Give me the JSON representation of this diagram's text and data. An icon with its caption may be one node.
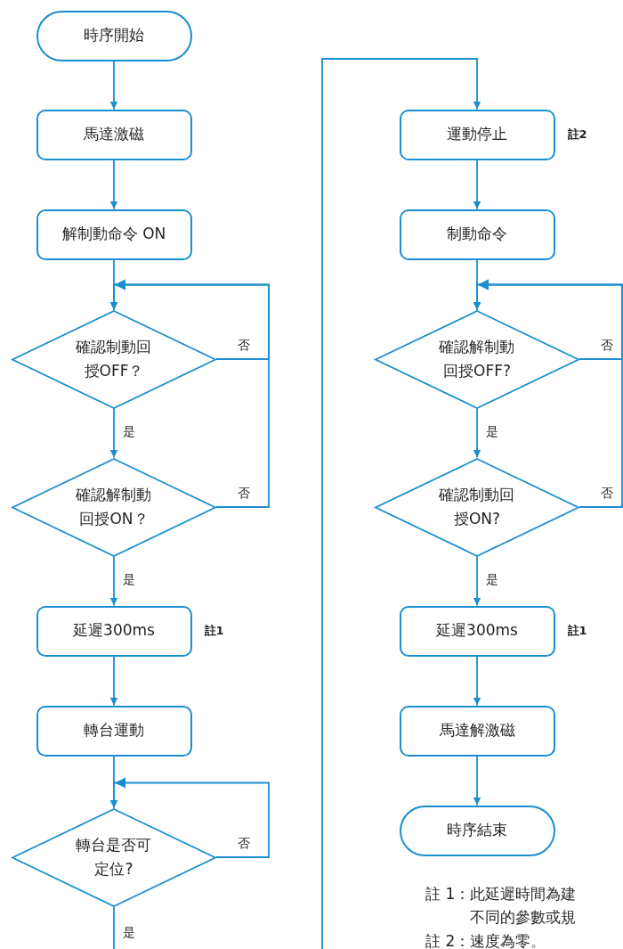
{
  "diagram": {
    "nodes": [
      {
        "text": [
          "時序開始"
        ]
      },
      {
        "text": [
          "馬達激磁"
        ]
      },
      {
        "text": [
          "解制動命令 ON"
        ]
      },
      {
        "text": [
          "確認制動回授OFF？"
        ]
      },
      {
        "text": [
          "確認解制動回授ON？"
        ]
      },
      {
        "text": [
          "延遲300ms"
        ],
        "beside": [
          "註1"
        ]
      },
      {
        "text": [
          "轉台運動"
        ]
      },
      {
        "text": [
          "轉台是否可定位?"
        ]
      },
      {
        "text": [
          "運動停止"
        ],
        "beside": [
          "註2"
        ]
      },
      {
        "text": [
          "制動命令"
        ]
      },
      {
        "text": [
          "確認解制動回授OFF?"
        ]
      },
      {
        "text": [
          "確認制動回授ON?"
        ]
      },
      {
        "text": [
          "延遲300ms"
        ],
        "beside": [
          "註1"
        ]
      },
      {
        "text": [
          "馬達解激磁"
        ]
      },
      {
        "text": [
          "時序結束"
        ]
      }
    ],
    "edges": [
      {
        "from": 0,
        "to": 1,
        "arrow": "to"
      },
      {
        "from": 1,
        "to": 2,
        "arrow": "to"
      },
      {
        "from": 2,
        "to": 3,
        "arrow": "to"
      },
      {
        "from": 3,
        "to": 4,
        "arrow": "to",
        "label": "是"
      },
      {
        "from": 3,
        "to": 3,
        "arrow": "to",
        "label": "否"
      },
      {
        "from": 4,
        "to": 3,
        "arrow": "to",
        "label": "否"
      },
      {
        "from": 4,
        "to": 5,
        "arrow": "to",
        "label": "是"
      },
      {
        "from": 5,
        "to": 6,
        "arrow": "to"
      },
      {
        "from": 6,
        "to": 7,
        "arrow": "to"
      },
      {
        "from": 7,
        "to": 7,
        "arrow": "to",
        "label": "否"
      },
      {
        "from": 7,
        "to": 8,
        "arrow": "to",
        "label": "是"
      },
      {
        "from": 8,
        "to": 9,
        "arrow": "to"
      },
      {
        "from": 9,
        "to": 10,
        "arrow": "to"
      },
      {
        "from": 10,
        "to": 11,
        "arrow": "to",
        "label": "是"
      },
      {
        "from": 10,
        "to": 10,
        "arrow": "to",
        "label": "否"
      },
      {
        "from": 11,
        "to": 10,
        "arrow": "to",
        "label": "否"
      },
      {
        "from": 11,
        "to": 12,
        "arrow": "to",
        "label": "是"
      },
      {
        "from": 12,
        "to": 13,
        "arrow": "to"
      },
      {
        "from": 13,
        "to": 14,
        "arrow": "to"
      }
    ],
    "labels": [
      "註 1：",
      "此延遲時間為建不同的參數或規",
      "註 2：",
      "速度為零。"
    ]
  }
}
